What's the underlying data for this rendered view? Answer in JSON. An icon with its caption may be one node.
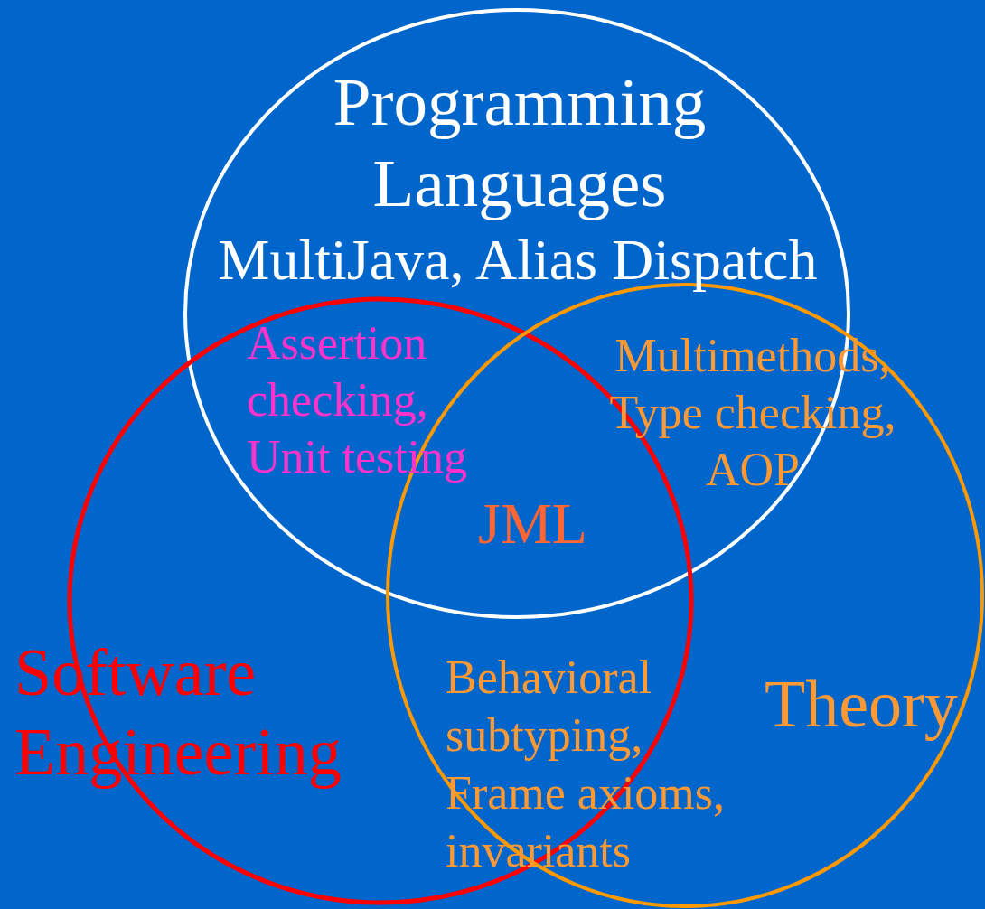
{
  "diagram": {
    "nodes": [
      {
        "text": [
          "Programming Languages",
          "MultiJava, Alias Dispatch"
        ]
      },
      {
        "text": [
          "Software Engineering"
        ]
      },
      {
        "text": [
          "Theory"
        ]
      }
    ],
    "labels": [
      "Assertion checking, Unit testing",
      "Multimethods, Type checking, AOP",
      "JML",
      "Behavioral subtyping, Frame axioms, invariants"
    ]
  }
}
